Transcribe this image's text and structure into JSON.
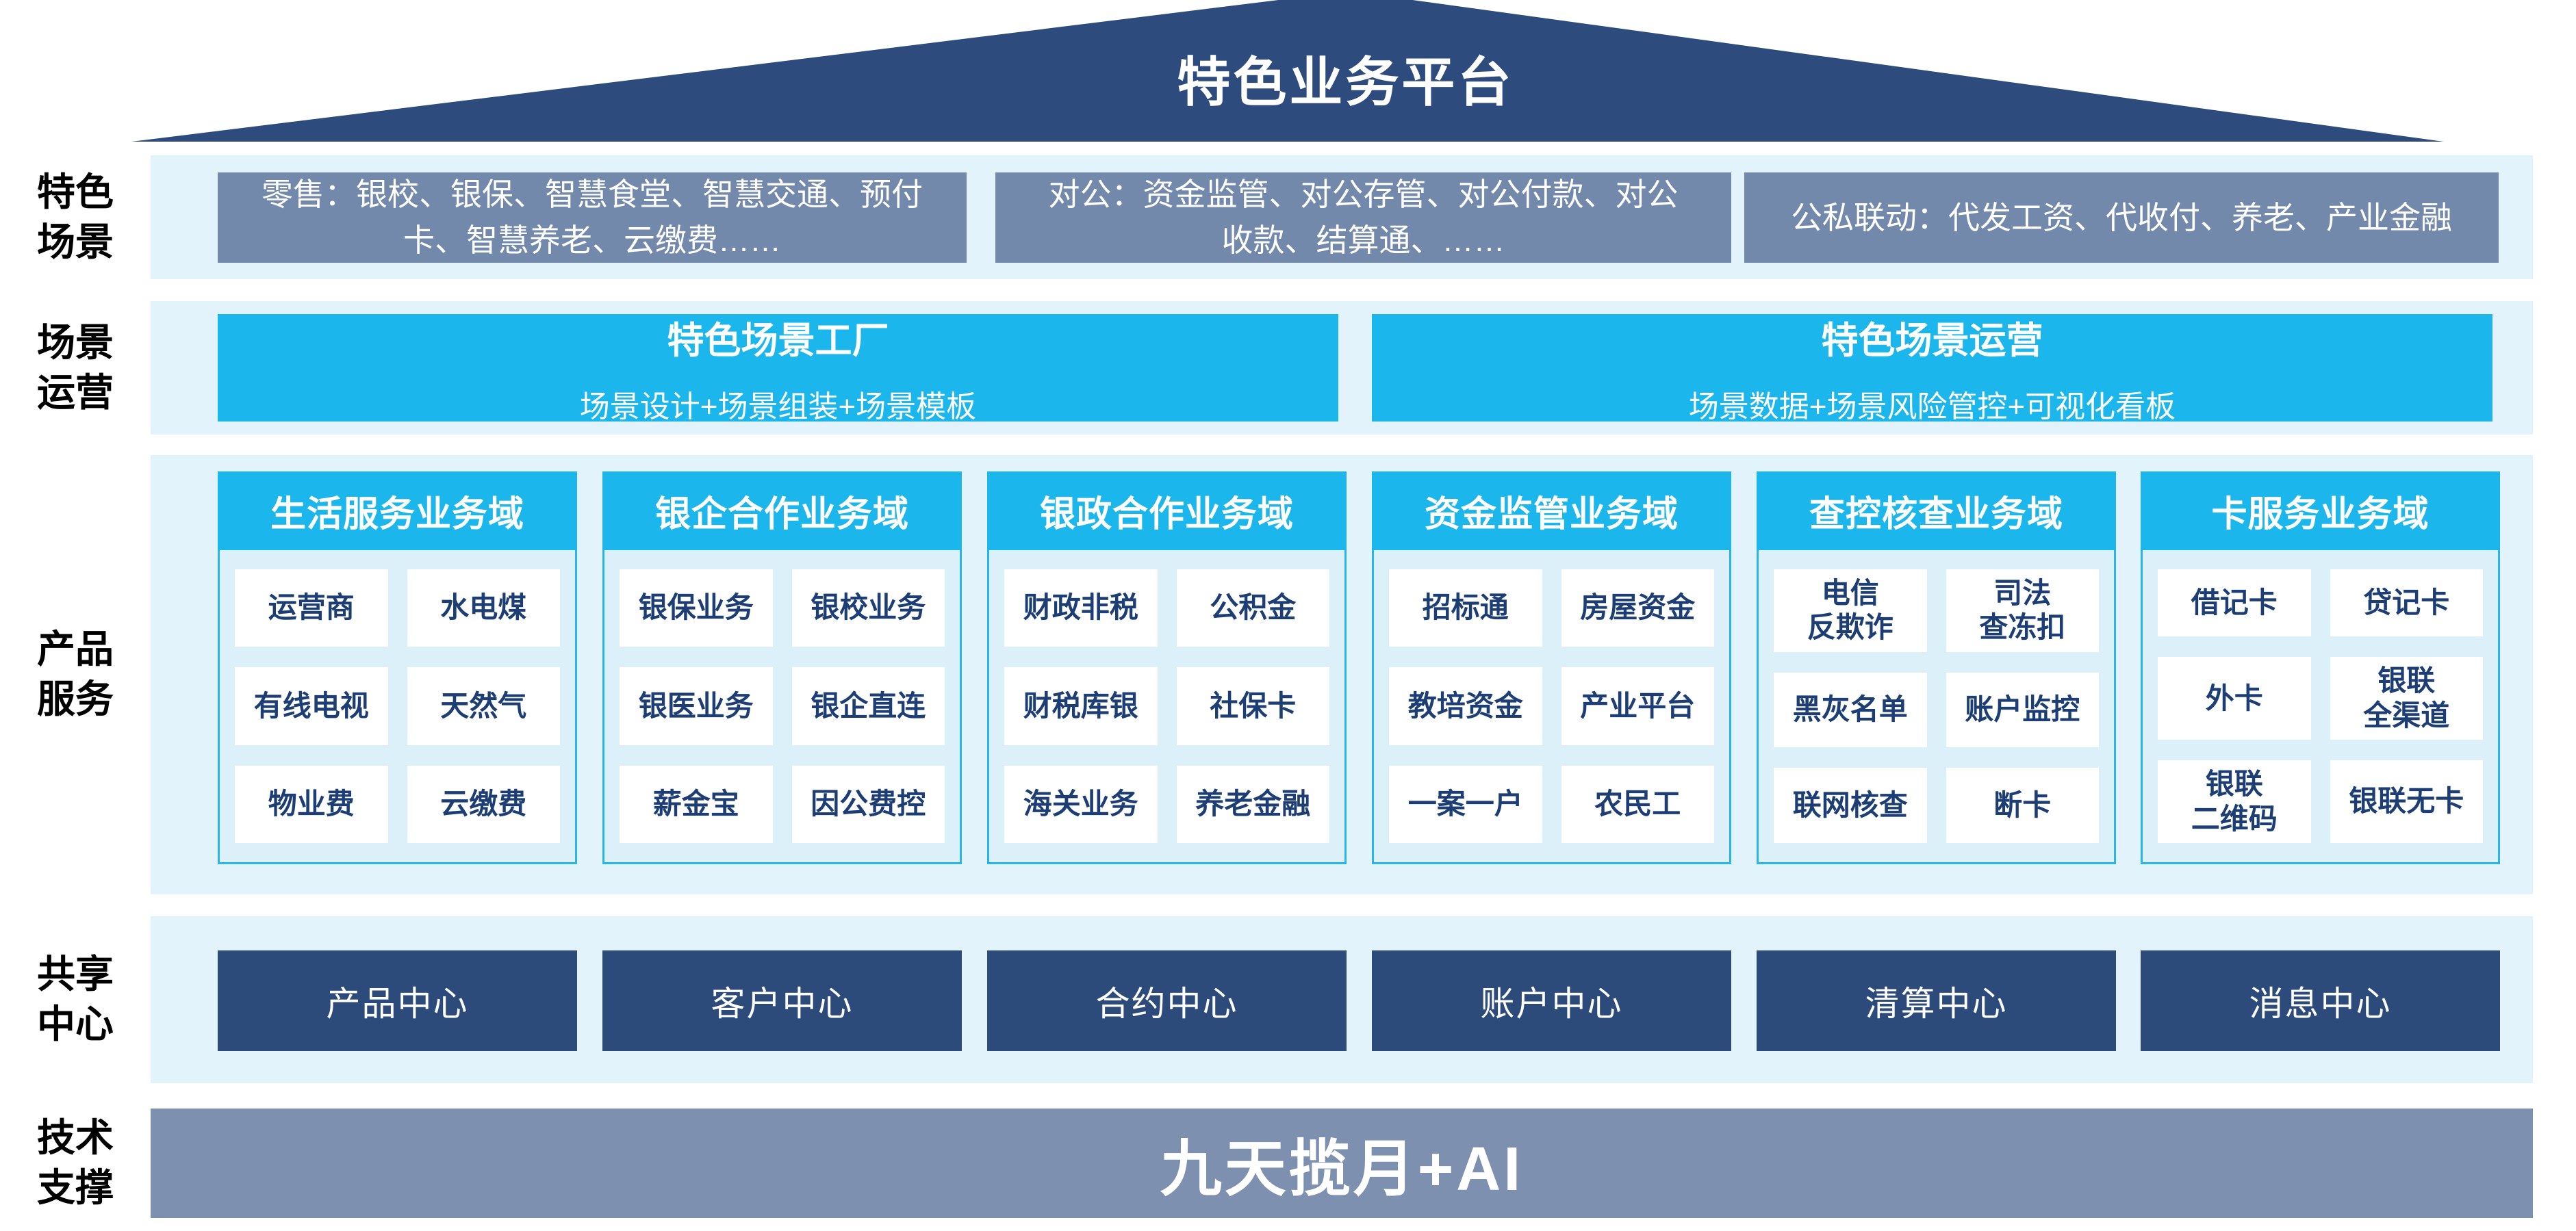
{
  "banner": {
    "title": "特色业务平台"
  },
  "colors": {
    "navy": "#2e4b7e",
    "steel": "#7e90b0",
    "grayblue": "#7289ab",
    "cyan": "#1bb6ec",
    "band": "#e3f3fc",
    "panel": "#dcf0fa",
    "panel-border": "#2ab5e9",
    "cell-text": "#1c3e74",
    "center-navy": "#2c4b7a"
  },
  "sections": {
    "scene": {
      "label": "特色\n场景",
      "boxes": [
        "零售：银校、银保、智慧食堂、智慧交通、预付卡、智慧养老、云缴费……",
        "对公：资金监管、对公存管、对公付款、对公收款、结算通、……",
        "公私联动：代发工资、代收付、养老、产业金融"
      ]
    },
    "operation": {
      "label": "场景\n运营",
      "boxes": [
        {
          "title": "特色场景工厂",
          "subtitle": "场景设计+场景组装+场景模板"
        },
        {
          "title": "特色场景运营",
          "subtitle": "场景数据+场景风险管控+可视化看板"
        }
      ]
    },
    "product": {
      "label": "产品\n服务",
      "columns": [
        {
          "header": "生活服务业务域",
          "cells": [
            "运营商",
            "水电煤",
            "有线电视",
            "天然气",
            "物业费",
            "云缴费"
          ]
        },
        {
          "header": "银企合作业务域",
          "cells": [
            "银保业务",
            "银校业务",
            "银医业务",
            "银企直连",
            "薪金宝",
            "因公费控"
          ]
        },
        {
          "header": "银政合作业务域",
          "cells": [
            "财政非税",
            "公积金",
            "财税库银",
            "社保卡",
            "海关业务",
            "养老金融"
          ]
        },
        {
          "header": "资金监管业务域",
          "cells": [
            "招标通",
            "房屋资金",
            "教培资金",
            "产业平台",
            "一案一户",
            "农民工"
          ]
        },
        {
          "header": "查控核查业务域",
          "cells": [
            "电信\n反欺诈",
            "司法\n查冻扣",
            "黑灰名单",
            "账户监控",
            "联网核查",
            "断卡"
          ]
        },
        {
          "header": "卡服务业务域",
          "cells": [
            "借记卡",
            "贷记卡",
            "外卡",
            "银联\n全渠道",
            "银联\n二维码",
            "银联无卡"
          ]
        }
      ]
    },
    "share": {
      "label": "共享\n中心",
      "centers": [
        "产品中心",
        "客户中心",
        "合约中心",
        "账户中心",
        "清算中心",
        "消息中心"
      ]
    },
    "tech": {
      "label": "技术\n支撑",
      "bar": "九天揽月+AI"
    }
  }
}
